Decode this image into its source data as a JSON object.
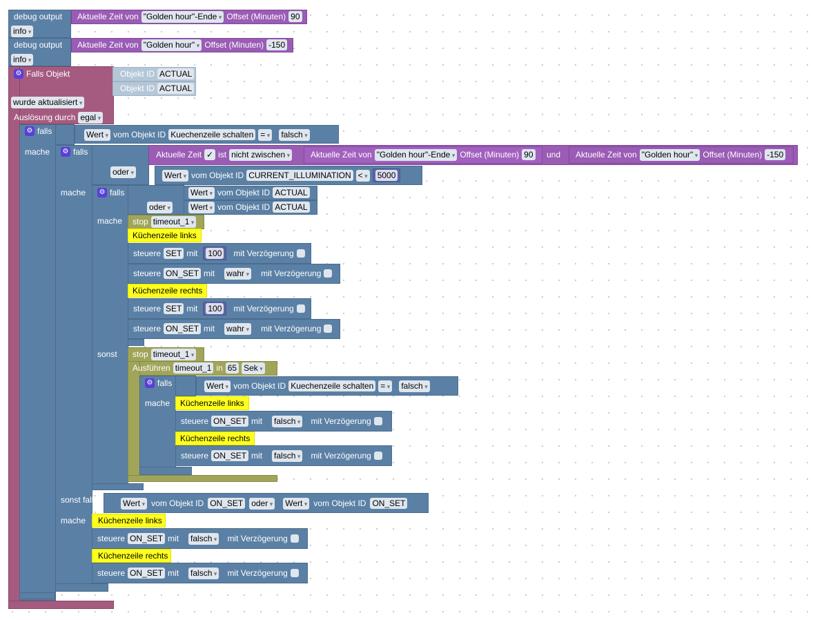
{
  "kw": {
    "falls": "falls",
    "mache": "mache",
    "sonst": "sonst",
    "sonst_falls": "sonst falls",
    "oder": "oder",
    "und": "und",
    "wert": "Wert",
    "vom": "vom Objekt ID",
    "steuere": "steuere",
    "mit": "mit",
    "delay": "mit Verzögerung",
    "stop": "stop",
    "exec": "Ausführen",
    "in": "in",
    "sek": "Sek",
    "eq": "=",
    "lt": "<",
    "falsch": "falsch",
    "wahr": "wahr",
    "zeit": "Aktuelle Zeit",
    "ist": "ist",
    "nicht": "nicht zwischen",
    "check": "✓",
    "zeit_von": "Aktuelle Zeit von",
    "offset": "Offset (Minuten)",
    "gh_end": "\"Golden hour\"-Ende",
    "gh": "\"Golden hour\""
  },
  "debug": {
    "label": "debug output",
    "level": "info",
    "offset1": "90",
    "offset2": "-150"
  },
  "trigger": {
    "label": "Falls Objekt",
    "obj_label": "Objekt ID",
    "id1": "ACTUAL",
    "id2": "ACTUAL",
    "event": "wurde aktualisiert",
    "by_label": "Auslösung durch",
    "by": "egal"
  },
  "ids": {
    "schalten": "Kuechenzeile schalten",
    "illum": "CURRENT_ILLUMINATION",
    "actual": "ACTUAL",
    "set": "SET",
    "on_set": "ON_SET",
    "timeout": "timeout_1"
  },
  "values": {
    "illum_limit": "5000",
    "set_val": "100",
    "delay_s": "65",
    "offset_a": "90",
    "offset_b": "-150"
  },
  "comments": {
    "links": "Küchenzeile links",
    "rechts": "Küchenzeile rechts"
  }
}
